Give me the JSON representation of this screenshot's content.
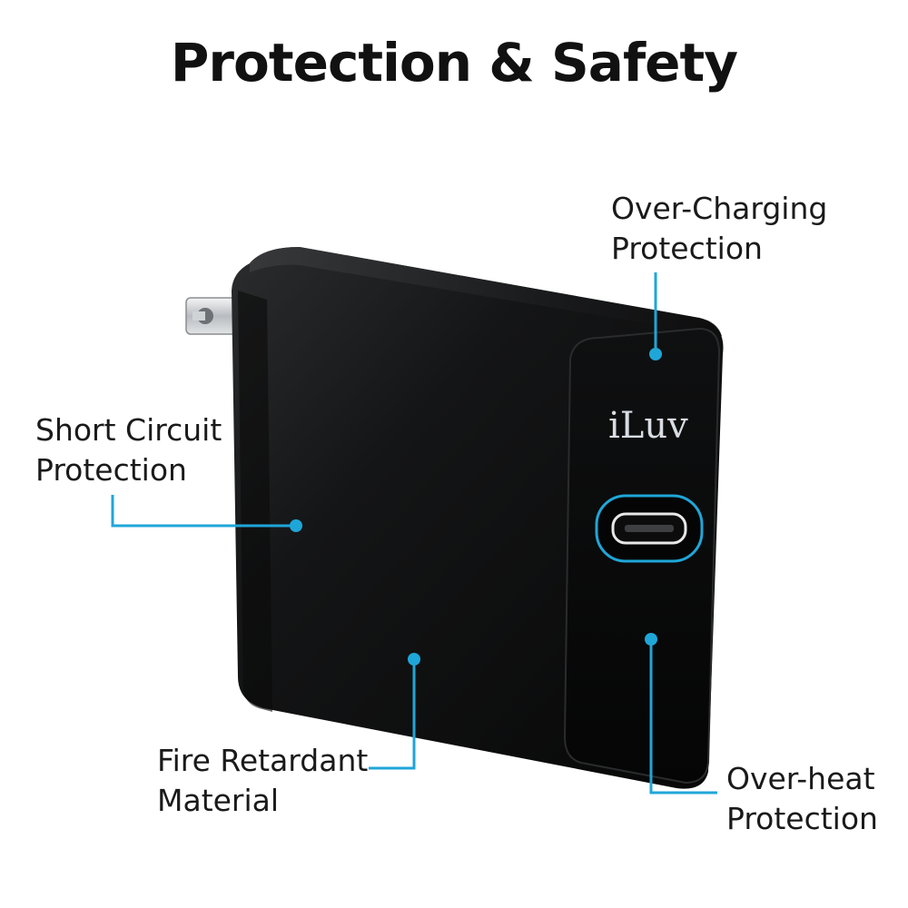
{
  "title": "Protection & Safety",
  "brand": "iLuv",
  "accent_color": "#1fa6d8",
  "callouts": {
    "over_charging": {
      "line1": "Over-Charging",
      "line2": "Protection"
    },
    "short_circuit": {
      "line1": "Short Circuit",
      "line2": "Protection"
    },
    "fire_retardant": {
      "line1": "Fire Retardant",
      "line2": "Material"
    },
    "over_heat": {
      "line1": "Over-heat",
      "line2": "Protection"
    }
  },
  "product": {
    "port_icon": "usb-c-port-icon",
    "prongs_icon": "plug-prongs-icon"
  }
}
